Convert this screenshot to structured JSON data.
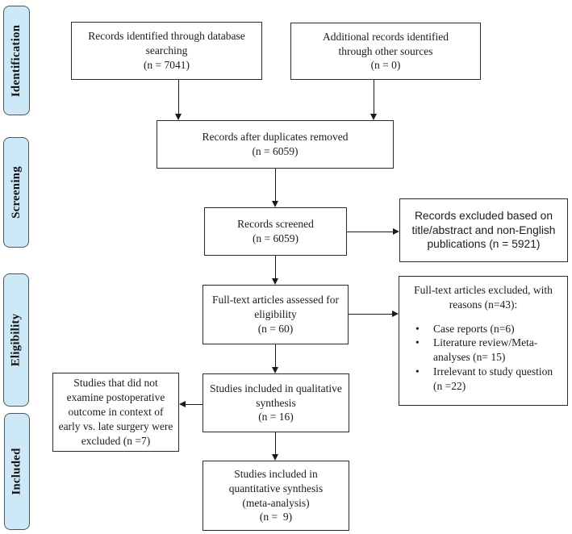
{
  "sidebar": {
    "stages": [
      {
        "label": "Identification"
      },
      {
        "label": "Screening"
      },
      {
        "label": "Eligibility"
      },
      {
        "label": "Included"
      }
    ]
  },
  "boxes": {
    "database_search": {
      "lines": [
        "Records identified through database searching",
        "(n = 7041)"
      ]
    },
    "other_sources": {
      "lines": [
        "Additional records identified through other sources",
        "(n = 0)"
      ]
    },
    "duplicates_removed": {
      "lines": [
        "Records after duplicates removed",
        "(n = 6059)"
      ]
    },
    "records_screened": {
      "lines": [
        "Records screened",
        "(n = 6059)"
      ]
    },
    "records_excluded": {
      "text": "Records excluded based on title/abstract and non-English publications (n = 5921)"
    },
    "fulltext_assessed": {
      "lines": [
        "Full-text articles assessed for eligibility",
        "(n = 60)"
      ]
    },
    "fulltext_excluded": {
      "header": "Full-text articles excluded, with reasons (n=43):",
      "bullet_glyph": "•",
      "bullets": [
        "Case reports (n=6)",
        "Literature review/Meta-analyses (n= 15)",
        "Irrelevant to study question (n =22)"
      ]
    },
    "qualitative_excluded": {
      "text": "Studies that did not examine postoperative outcome in context of early vs. late surgery were excluded (n =7)"
    },
    "qualitative_synthesis": {
      "lines": [
        "Studies included in qualitative synthesis",
        "(n = 16)"
      ]
    },
    "quantitative_synthesis": {
      "lines": [
        "Studies included in quantitative synthesis",
        "(meta-analysis)",
        "(n =  9)"
      ]
    }
  },
  "colors": {
    "stage_fill": "#cde8f7",
    "stage_border": "#4d565c",
    "box_border": "#2b2b2b",
    "arrow": "#1a1a1a"
  }
}
